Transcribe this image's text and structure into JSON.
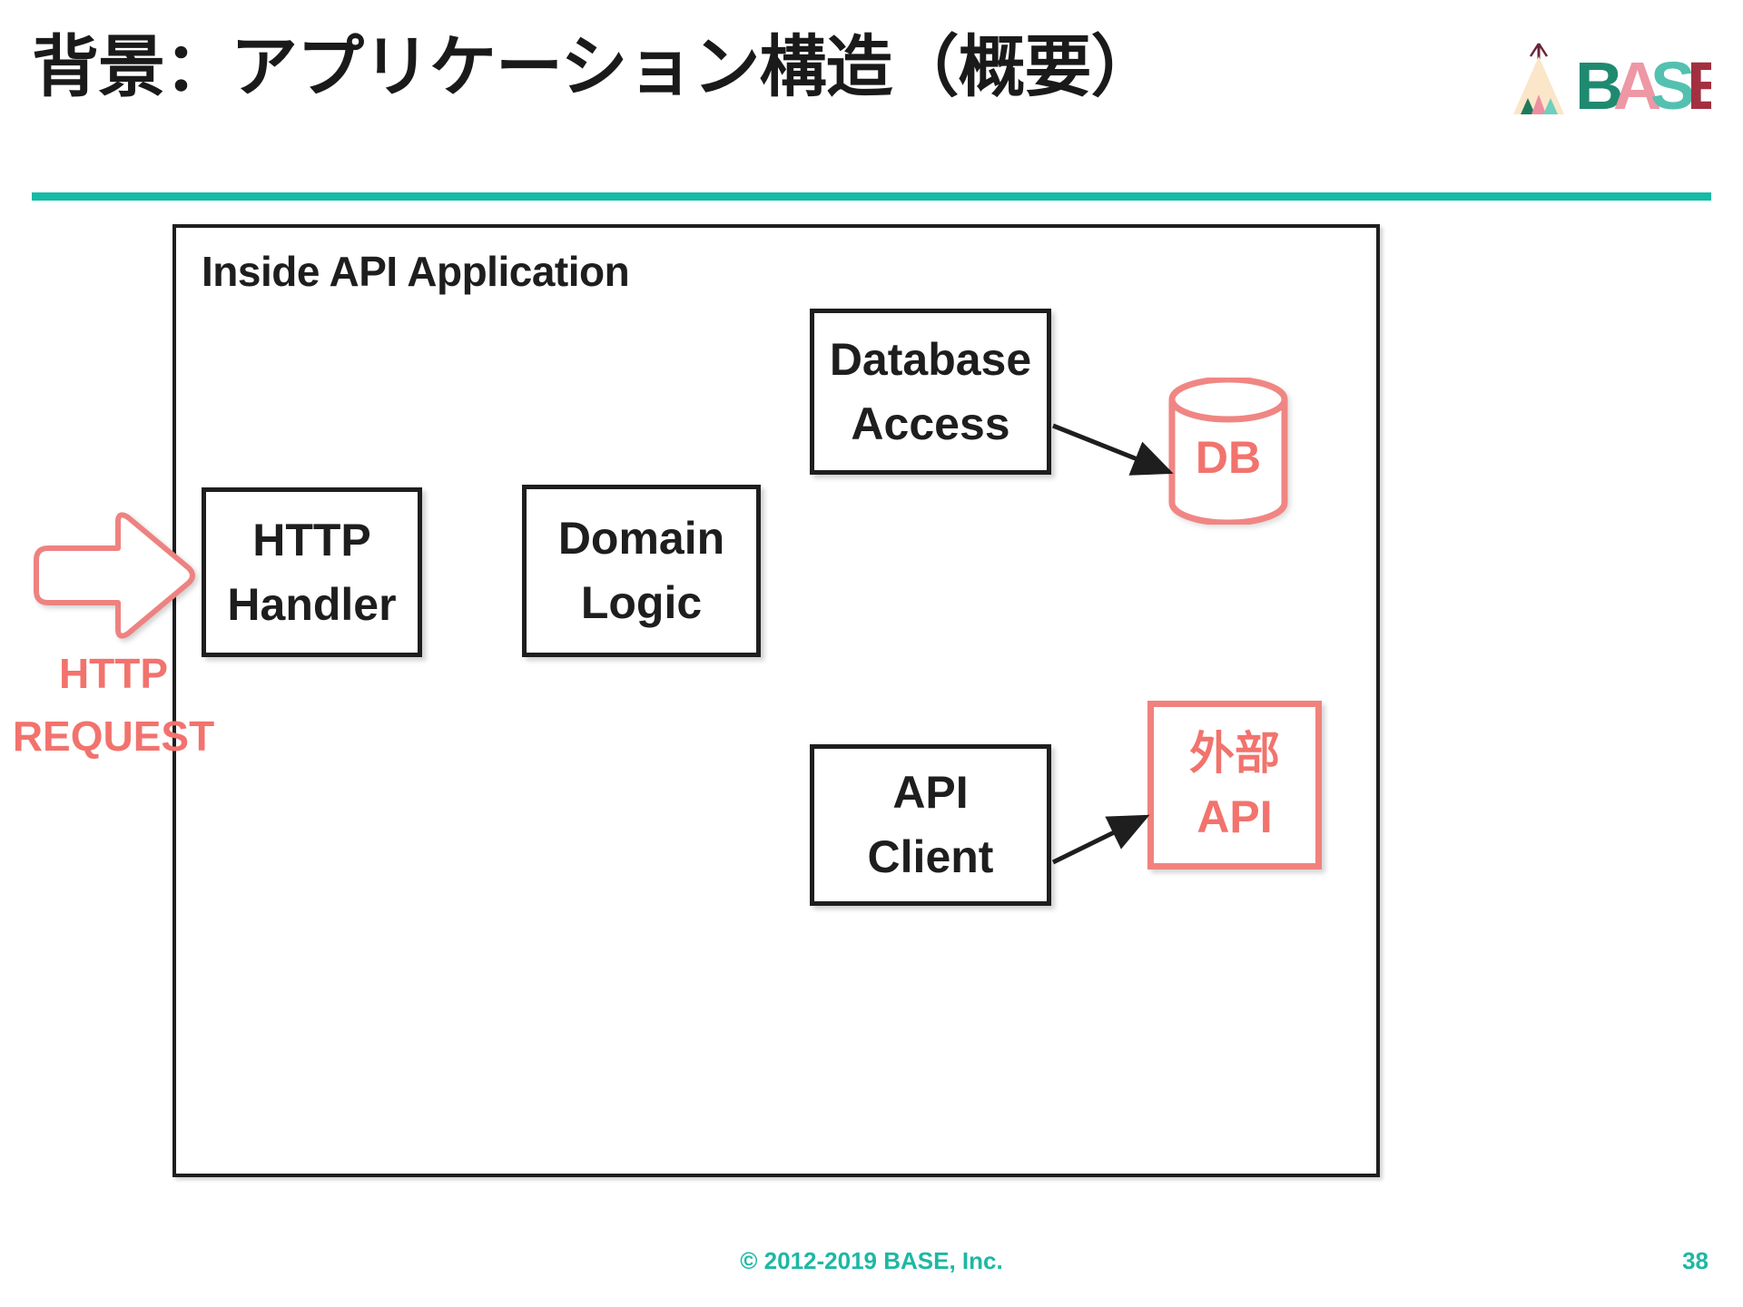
{
  "slide": {
    "title": "背景：アプリケーション構造（概要）",
    "page_number": "38",
    "copyright": "© 2012-2019 BASE, Inc.",
    "accent_teal": "#16BAA7",
    "accent_salmon": "#F2736D",
    "ink": "#1e1e1e"
  },
  "brand": {
    "name": "BASE",
    "letters": [
      {
        "char": "B",
        "color": "#1F8A70"
      },
      {
        "char": "A",
        "color": "#EE97A5"
      },
      {
        "char": "S",
        "color": "#54C0B0"
      },
      {
        "char": "E",
        "color": "#A33040"
      }
    ],
    "mark": {
      "name": "teepee-icon",
      "body_color": "#FBE6CA",
      "pole_color": "#6B2436",
      "triangles": [
        "#1F7A5C",
        "#EE8FA0",
        "#6ECFBE"
      ]
    }
  },
  "diagram": {
    "type": "block-architecture",
    "container": {
      "label": "Inside API Application",
      "border_color": "#1e1e1e"
    },
    "inbound": {
      "arrow_name": "http-request-arrow",
      "label": "HTTP\nREQUEST",
      "label_line1": "HTTP",
      "label_line2": "REQUEST",
      "color": "#F2736D"
    },
    "components": [
      {
        "id": "http-handler",
        "line1": "HTTP",
        "line2": "Handler"
      },
      {
        "id": "domain-logic",
        "line1": "Domain",
        "line2": "Logic"
      },
      {
        "id": "database-access",
        "line1": "Database",
        "line2": "Access"
      },
      {
        "id": "api-client",
        "line1": "API",
        "line2": "Client"
      }
    ],
    "externals": [
      {
        "id": "db",
        "label": "DB",
        "shape": "cylinder",
        "color": "#F2736D"
      },
      {
        "id": "external-api",
        "line1": "外部",
        "line2": "API",
        "shape": "rect",
        "color": "#F2736D"
      }
    ],
    "connections": [
      {
        "from": "database-access",
        "to": "db",
        "style": "solid-arrow"
      },
      {
        "from": "api-client",
        "to": "external-api",
        "style": "solid-arrow"
      }
    ]
  }
}
